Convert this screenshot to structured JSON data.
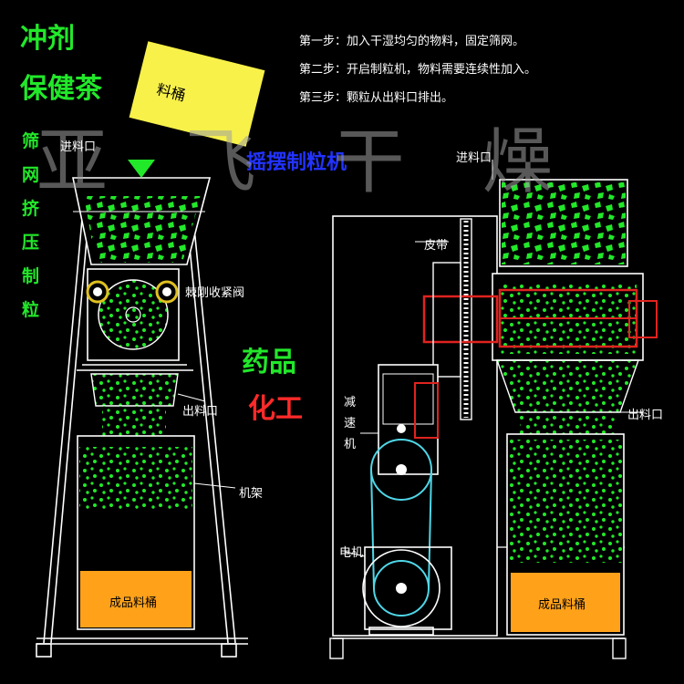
{
  "side_titles": {
    "line1": "冲剂",
    "line2": "保健茶",
    "vertical": [
      "筛",
      "网",
      "挤",
      "压",
      "制",
      "粒"
    ]
  },
  "steps": [
    "第一步：加入干湿均匀的物料，固定筛网。",
    "第二步：开启制粒机，物料需要连续性加入。",
    "第三步：颗粒从出料口排出。"
  ],
  "title": "摇摆制粒机",
  "watermark": "亚 飞 干 燥",
  "labels": {
    "hopper_card": "料桶",
    "inlet_left": "进料口",
    "inlet_right": "进料口",
    "clamp_valve": "棘刚收紧阀",
    "outlet_left": "出料口",
    "outlet_right": "出料口",
    "frame": "机架",
    "belt": "皮带",
    "reducer": [
      "减",
      "速",
      "机"
    ],
    "motor": "电机",
    "bucket_left": "成品料桶",
    "bucket_right": "成品料桶",
    "pharma": "药品",
    "chem": "化工"
  },
  "colors": {
    "background": "#000000",
    "granule_green": "#22e82a",
    "pharma_green": "#22e82a",
    "chem_red": "#ff2a2a",
    "title_blue": "#2233ff",
    "card_yellow": "#f7f14a",
    "bucket_orange": "#ffa21a",
    "line_white": "#ffffff",
    "pulley_cyan": "#4fd7e8",
    "mechanism_red": "#e0231f"
  }
}
